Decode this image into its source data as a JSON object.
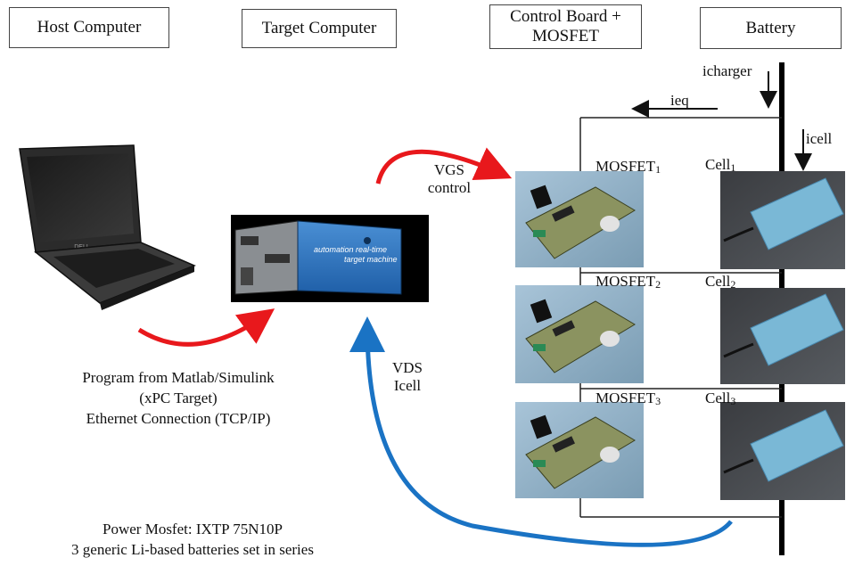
{
  "headers": {
    "host": "Host Computer",
    "target": "Target Computer",
    "control_line1": "Control Board +",
    "control_line2": "MOSFET",
    "battery": "Battery"
  },
  "currents": {
    "icharger": "icharger",
    "ieq": "ieq",
    "icell": "icell"
  },
  "signals": {
    "vgs_line1": "VGS",
    "vgs_line2": "control",
    "vds_line1": "VDS",
    "vds_line2": "Icell"
  },
  "stages": [
    {
      "mosfet": "MOSFET",
      "mosfet_idx": "1",
      "cell": "Cell",
      "cell_idx": "1"
    },
    {
      "mosfet": "MOSFET",
      "mosfet_idx": "2",
      "cell": "Cell",
      "cell_idx": "2"
    },
    {
      "mosfet": "MOSFET",
      "mosfet_idx": "3",
      "cell": "Cell",
      "cell_idx": "3"
    }
  ],
  "host_notes": {
    "line1": "Program from Matlab/Simulink",
    "line2": "(xPC Target)",
    "line3": "Ethernet Connection (TCP/IP)"
  },
  "footer": {
    "line1": "Power Mosfet: IXTP 75N10P",
    "line2": "3 generic Li-based batteries set in series"
  },
  "device_text": {
    "brand": "DELL",
    "target_line1": "automation real-time",
    "target_line2": "target machine"
  },
  "colors": {
    "red_arrow": "#e8181c",
    "blue_arrow": "#1a73c4",
    "wire": "#222222"
  }
}
